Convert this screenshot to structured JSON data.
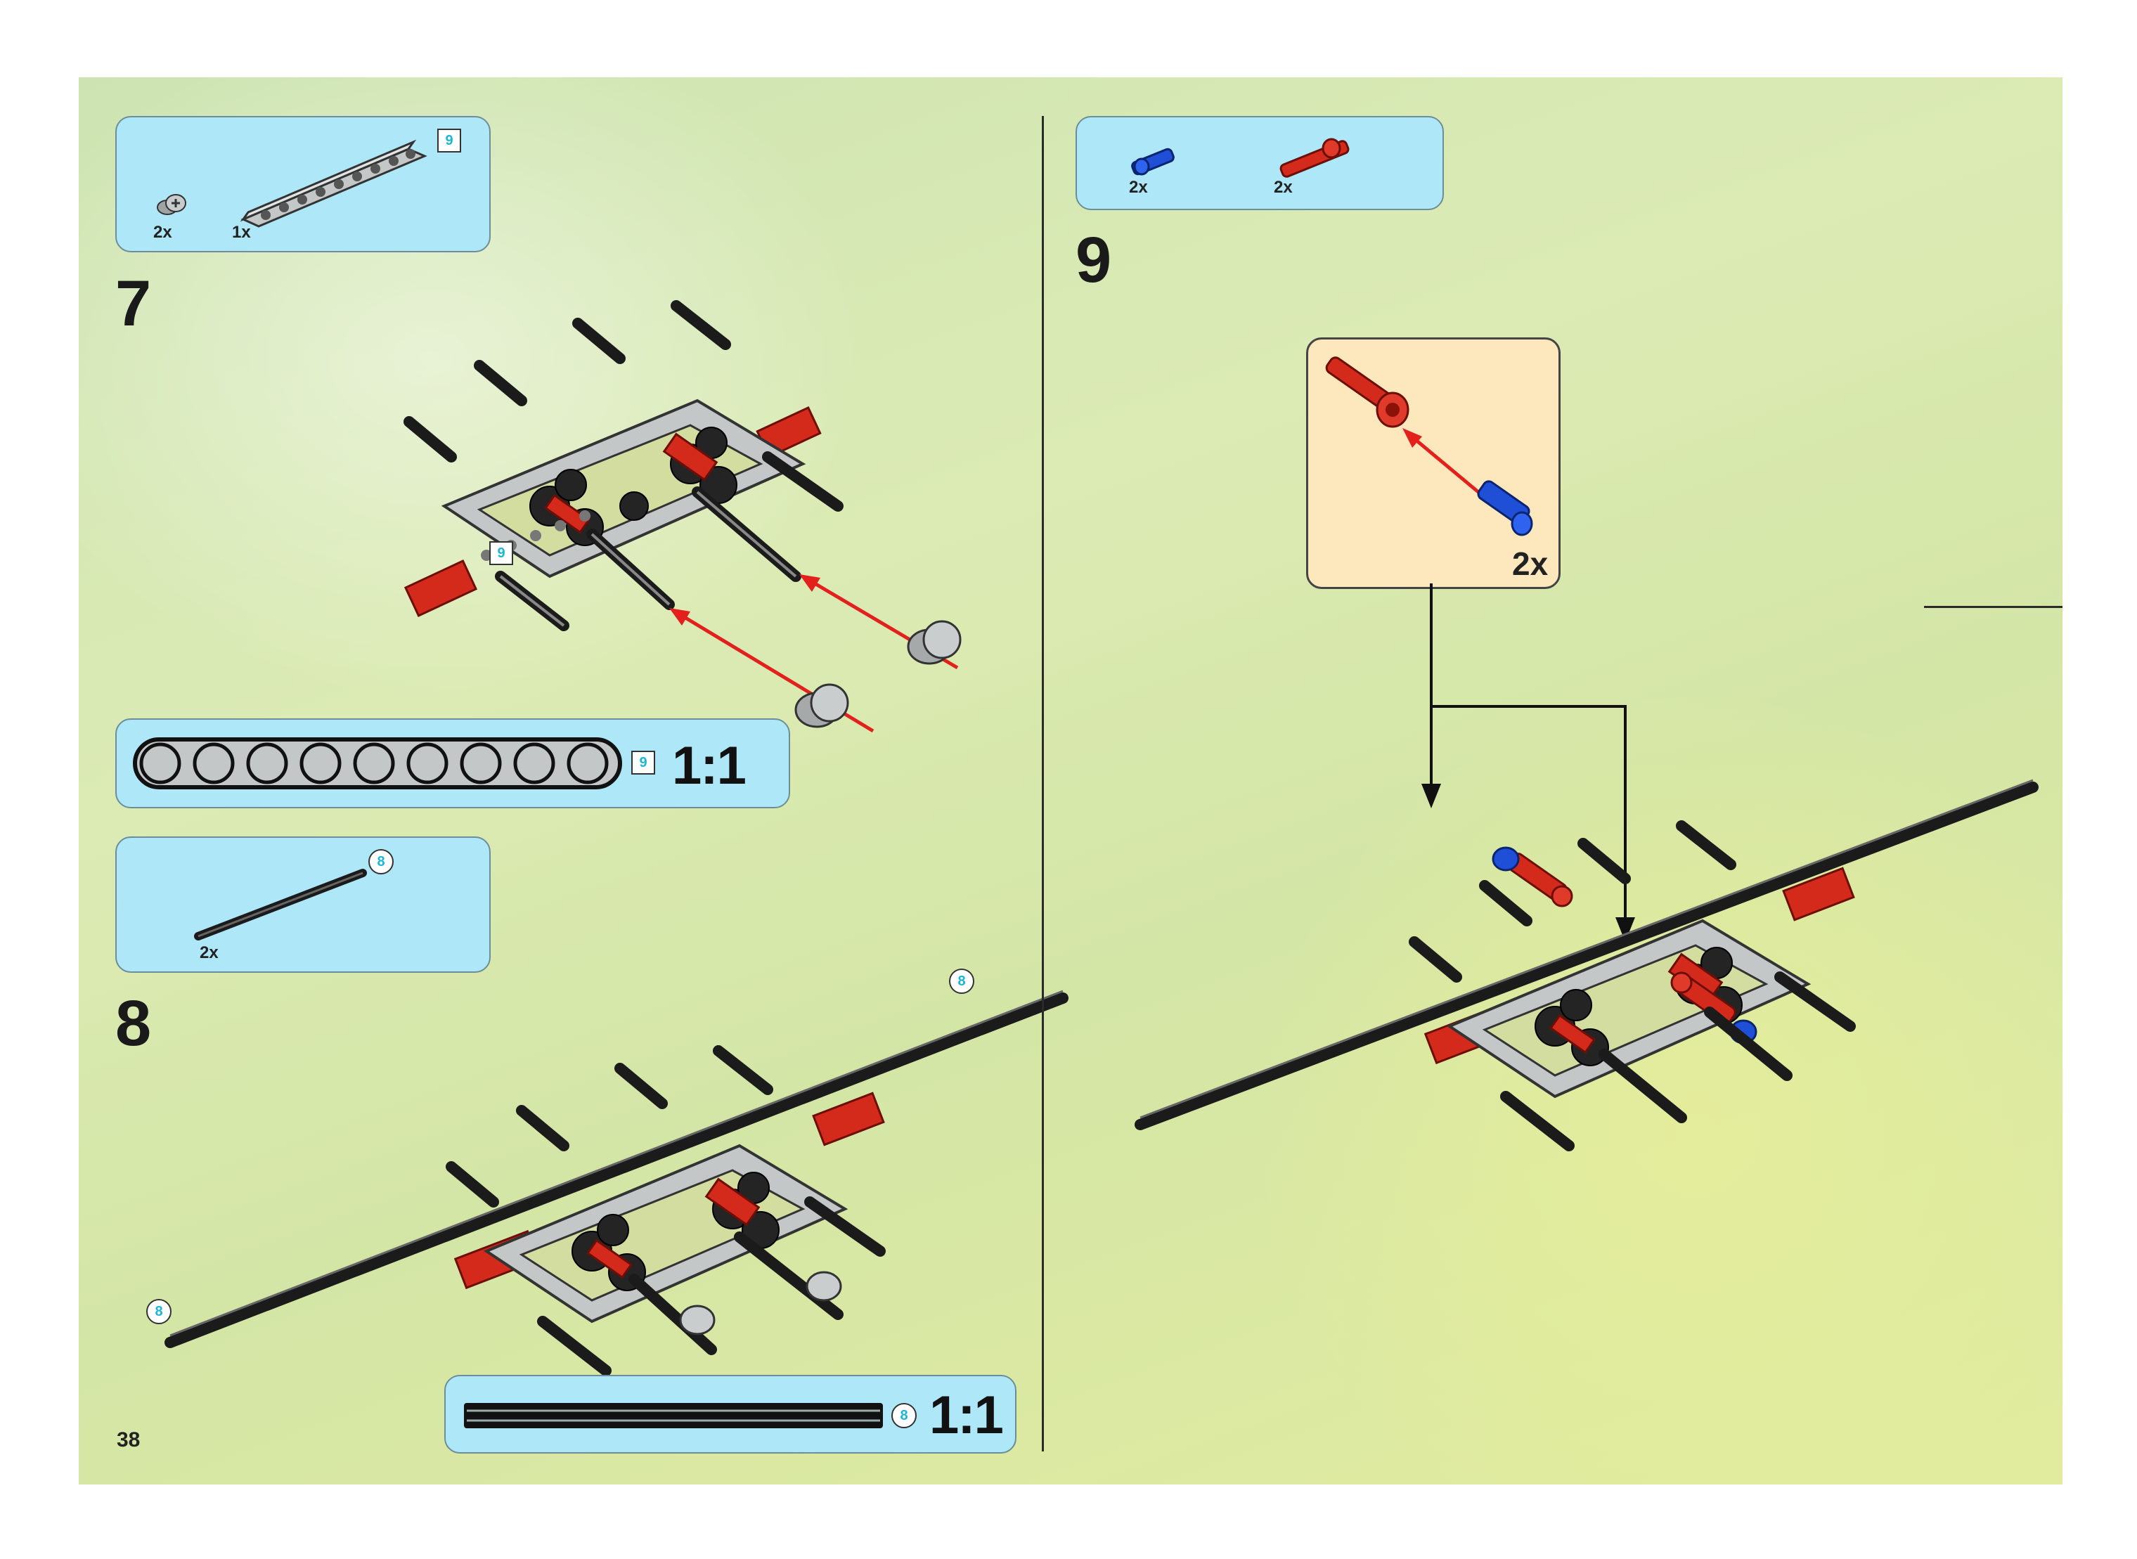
{
  "page_number": "38",
  "steps": [
    {
      "number": "7",
      "parts": [
        {
          "qty": "2x",
          "part": "axle-pin-bush-icon"
        },
        {
          "qty": "1x",
          "part": "liftarm-9-icon",
          "length_tag": "9"
        }
      ],
      "callout_length_tag": "9",
      "scale_box": {
        "part": "liftarm-9-icon",
        "length_tag": "9",
        "scale": "1:1"
      }
    },
    {
      "number": "8",
      "parts": [
        {
          "qty": "2x",
          "part": "axle-8-icon",
          "length_tag": "8"
        }
      ],
      "axle_tag_right": "8",
      "axle_tag_left": "8",
      "scale_box": {
        "part": "axle-8-icon",
        "length_tag": "8",
        "scale": "1:1"
      }
    },
    {
      "number": "9",
      "parts": [
        {
          "qty": "2x",
          "part": "blue-pin-icon"
        },
        {
          "qty": "2x",
          "part": "red-axle-pin-icon"
        }
      ],
      "subassembly": {
        "qty": "2x"
      }
    }
  ],
  "colors": {
    "callout_bg": "#aee7f7",
    "subassembly_bg": "#fde7bd",
    "arrow": "#e3201b",
    "red_part": "#d42a1c",
    "blue_part": "#1f4fd6",
    "gray_part": "#b9bdbd",
    "black_part": "#222222",
    "tag_text": "#1ab7d6"
  }
}
